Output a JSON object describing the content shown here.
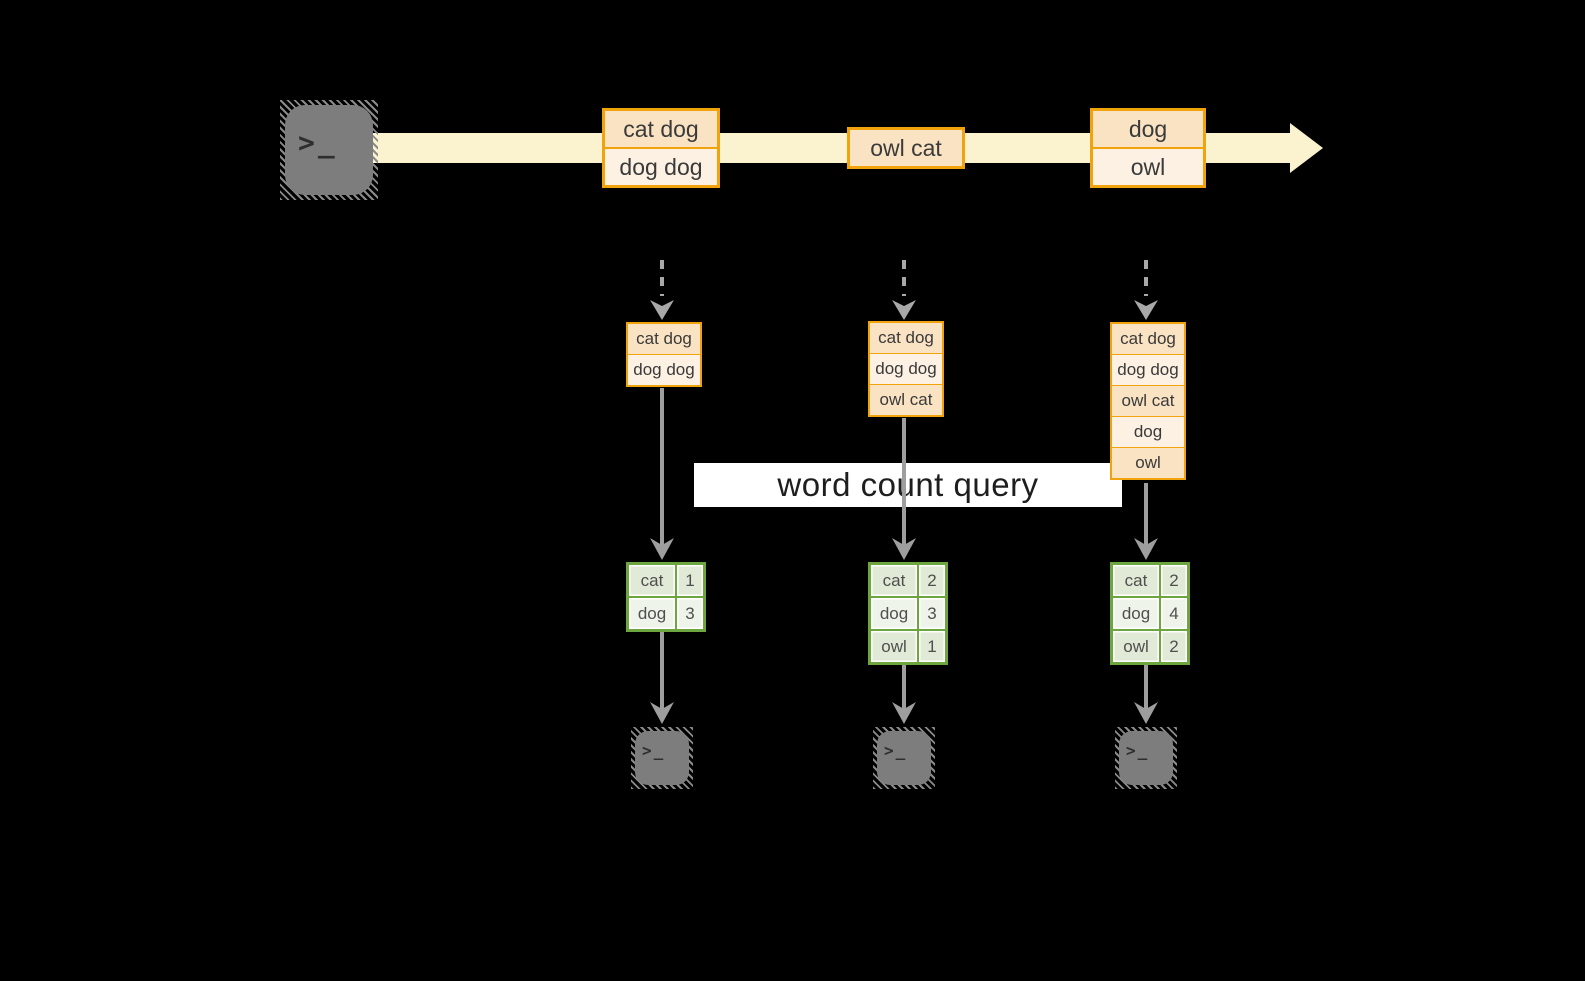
{
  "query_label": "word count query",
  "terminal_glyph": ">_",
  "stream": {
    "events": [
      {
        "lines": [
          "cat dog",
          "dog dog"
        ]
      },
      {
        "lines": [
          "owl cat"
        ]
      },
      {
        "lines": [
          "dog",
          "owl"
        ]
      }
    ]
  },
  "columns": [
    {
      "inputs": [
        "cat dog",
        "dog dog"
      ],
      "counts": [
        {
          "word": "cat",
          "count": "1"
        },
        {
          "word": "dog",
          "count": "3"
        }
      ]
    },
    {
      "inputs": [
        "cat dog",
        "dog dog",
        "owl cat"
      ],
      "counts": [
        {
          "word": "cat",
          "count": "2"
        },
        {
          "word": "dog",
          "count": "3"
        },
        {
          "word": "owl",
          "count": "1"
        }
      ]
    },
    {
      "inputs": [
        "cat dog",
        "dog dog",
        "owl cat",
        "dog",
        "owl"
      ],
      "counts": [
        {
          "word": "cat",
          "count": "2"
        },
        {
          "word": "dog",
          "count": "4"
        },
        {
          "word": "owl",
          "count": "2"
        }
      ]
    }
  ],
  "colors": {
    "amber_border": "#F0A30A",
    "peach_fill": "#FAE3C3",
    "cream_fill": "#FCF1E2",
    "stream_fill": "#FBF2CF",
    "green_border": "#6DA63F",
    "green_cell": "#E1EAD6",
    "green_cell_light": "#EFF4EA",
    "arrow_gray": "#9E9E9E",
    "terminal_gray": "#7D7D7D",
    "background": "#000000"
  }
}
